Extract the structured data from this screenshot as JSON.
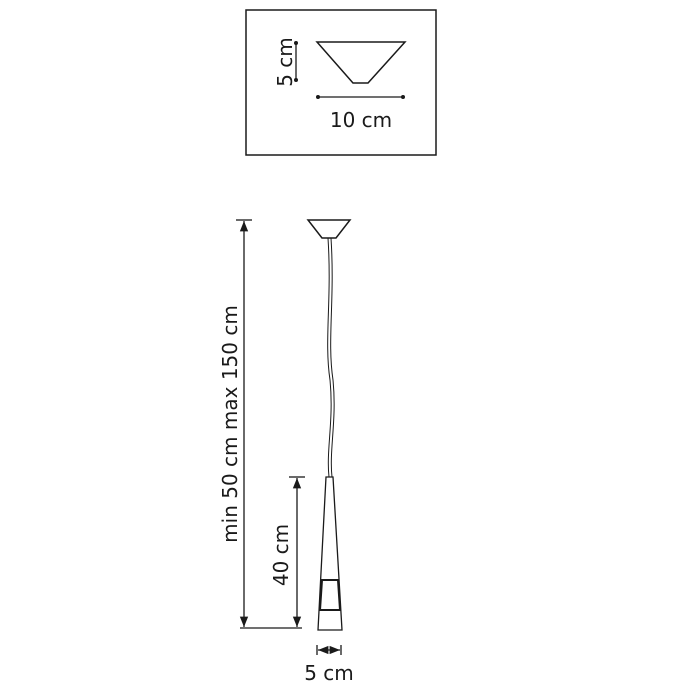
{
  "colors": {
    "line": "#1a1a1a",
    "background": "#ffffff"
  },
  "canopy_detail": {
    "height_label": "5 cm",
    "width_label": "10 cm"
  },
  "pendant": {
    "suspension_label": "min 50 cm max 150 cm",
    "body_height_label": "40 cm",
    "body_width_label": "5 cm"
  }
}
